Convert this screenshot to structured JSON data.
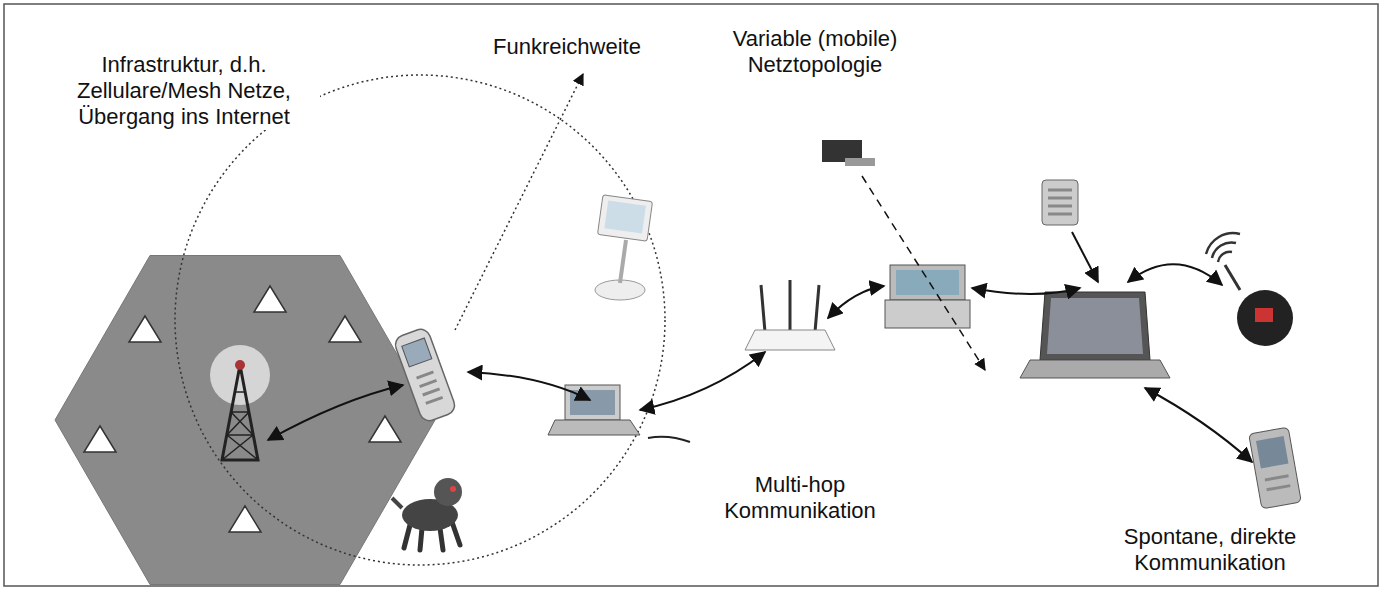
{
  "diagram": {
    "labels": [
      "Infrastruktur, d.h. Zellulare/Mesh Netze, Übergang ins Internet",
      "Funkreichweite",
      "Variable (mobile) Netztopologie",
      "Multi-hop Kommunikation",
      "Spontane, direkte Kommunikation"
    ]
  }
}
